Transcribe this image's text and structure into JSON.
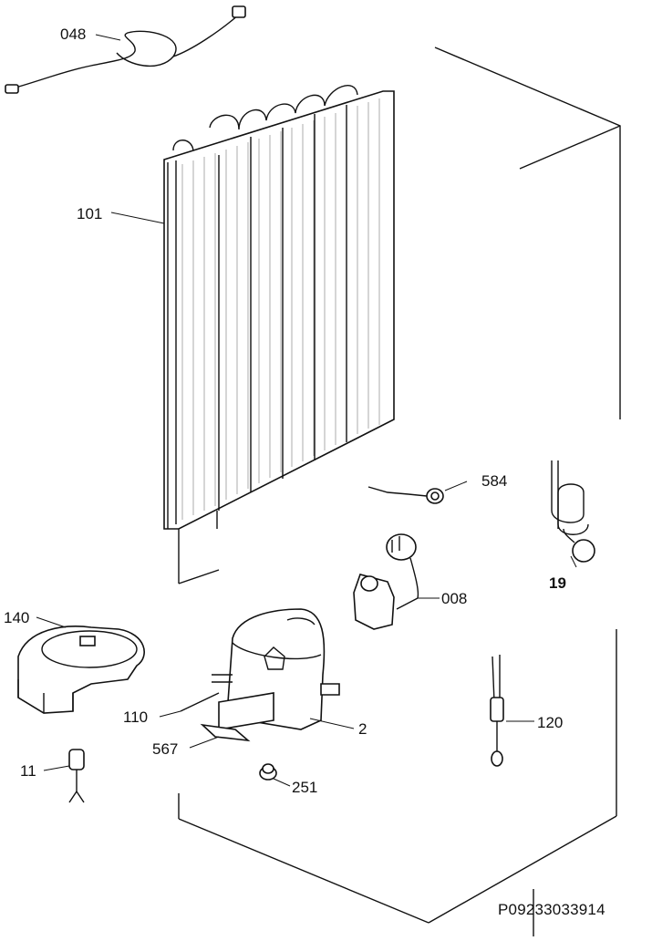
{
  "diagram": {
    "callouts": [
      {
        "id": "048",
        "text": "048"
      },
      {
        "id": "101",
        "text": "101"
      },
      {
        "id": "584",
        "text": "584"
      },
      {
        "id": "19",
        "text": "19"
      },
      {
        "id": "008",
        "text": "008"
      },
      {
        "id": "140",
        "text": "140"
      },
      {
        "id": "110",
        "text": "110"
      },
      {
        "id": "2",
        "text": "2"
      },
      {
        "id": "567",
        "text": "567"
      },
      {
        "id": "120",
        "text": "120"
      },
      {
        "id": "11",
        "text": "11"
      },
      {
        "id": "251",
        "text": "251"
      }
    ],
    "reference_code": "P09233033914"
  }
}
